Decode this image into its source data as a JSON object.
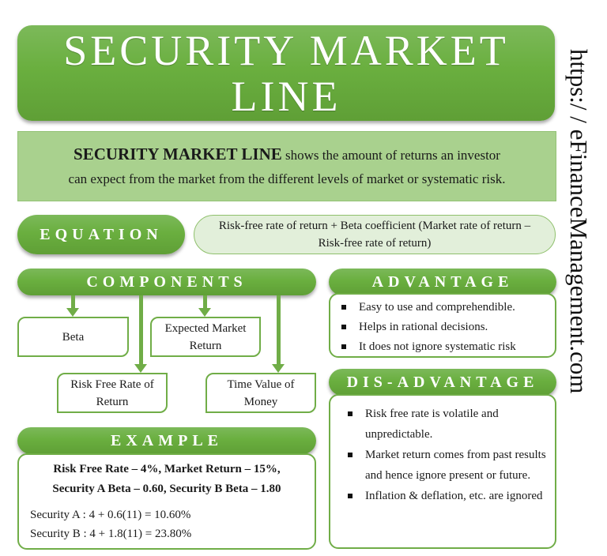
{
  "title": {
    "line1": "SECURITY MARKET",
    "line2": "LINE"
  },
  "description": {
    "term": "SECURITY MARKET LINE",
    "text_line1": " shows the amount of returns an investor",
    "text_line2": "can expect from the market from the different levels of market or systematic risk."
  },
  "equation": {
    "label": "EQUATION",
    "formula": "Risk-free rate of return + Beta coefficient (Market rate of return – Risk-free rate of return)"
  },
  "components": {
    "label": "COMPONENTS",
    "items": [
      {
        "label": "Beta"
      },
      {
        "label": "Expected Market Return"
      },
      {
        "label": "Risk Free Rate of Return"
      },
      {
        "label": "Time Value of Money"
      }
    ]
  },
  "advantage": {
    "label": "ADVANTAGE",
    "items": [
      "Easy to use and comprehendible.",
      "Helps in rational decisions.",
      "It does not ignore systematic risk"
    ]
  },
  "disadvantage": {
    "label": "DIS-ADVANTAGE",
    "items": [
      "Risk free rate is volatile and unpredictable.",
      "Market return comes from past results and hence ignore present or future.",
      "Inflation & deflation, etc. are ignored"
    ]
  },
  "example": {
    "label": "EXAMPLE",
    "given_line1": "Risk Free Rate – 4%, Market Return – 15%,",
    "given_line2": "Security A Beta – 0.60, Security B Beta – 1.80",
    "calc": [
      "Security A : 4 + 0.6(11) = 10.60%",
      "Security B : 4 + 1.8(11) = 23.80%"
    ]
  },
  "watermark": {
    "url": "https://eFinanceManagement.com",
    "display": "https:/ / eFinanceManagement.com"
  },
  "colors": {
    "primary_green": "#70ad47",
    "desc_bg": "#a9d18e",
    "equation_bg": "#e2efda",
    "text": "#1a1a1a"
  }
}
